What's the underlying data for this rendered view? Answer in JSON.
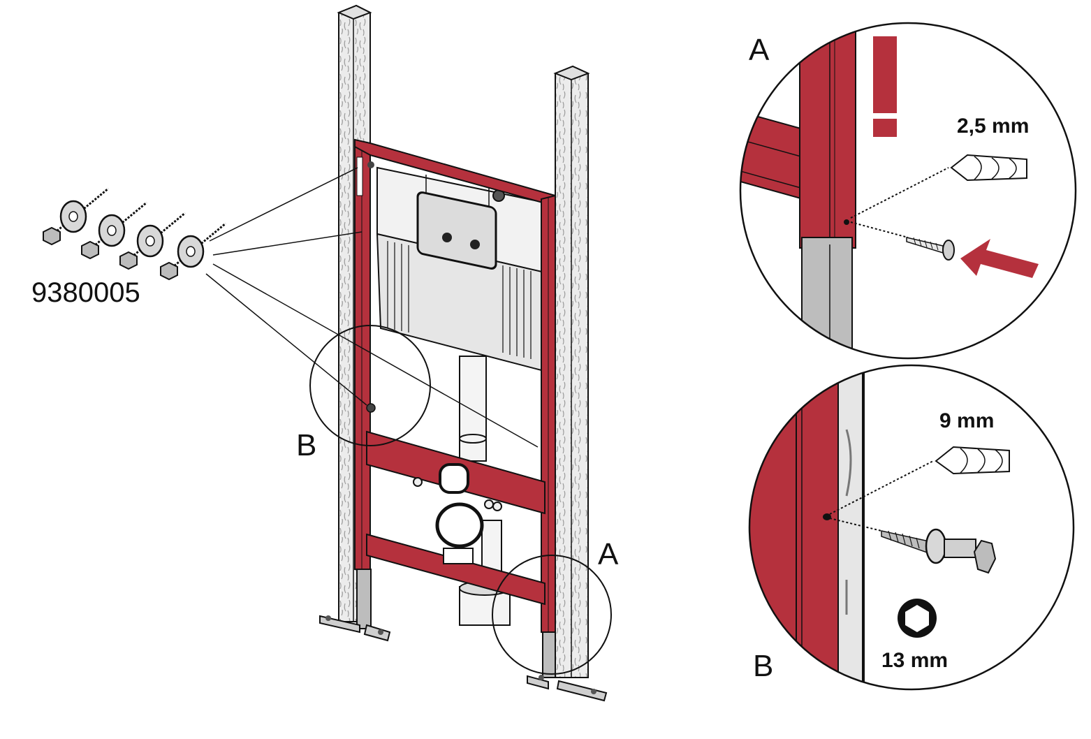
{
  "labels": {
    "part_number": "9380005",
    "callout_a": "A",
    "callout_b": "B",
    "detail_a_title": "A",
    "detail_b_title": "B",
    "drill_a_size": "2,5 mm",
    "drill_b_size": "9 mm",
    "wrench_size": "13 mm",
    "warning_mark": "!"
  },
  "colors": {
    "frame_red": "#b5313d",
    "line": "#111111",
    "wood": "#ececec",
    "metal": "#bdbdbd"
  },
  "icons": {
    "warning": "exclamation-icon",
    "drill": "drill-bit-icon",
    "wrench": "hex-socket-icon",
    "arrow": "insert-arrow-icon"
  }
}
